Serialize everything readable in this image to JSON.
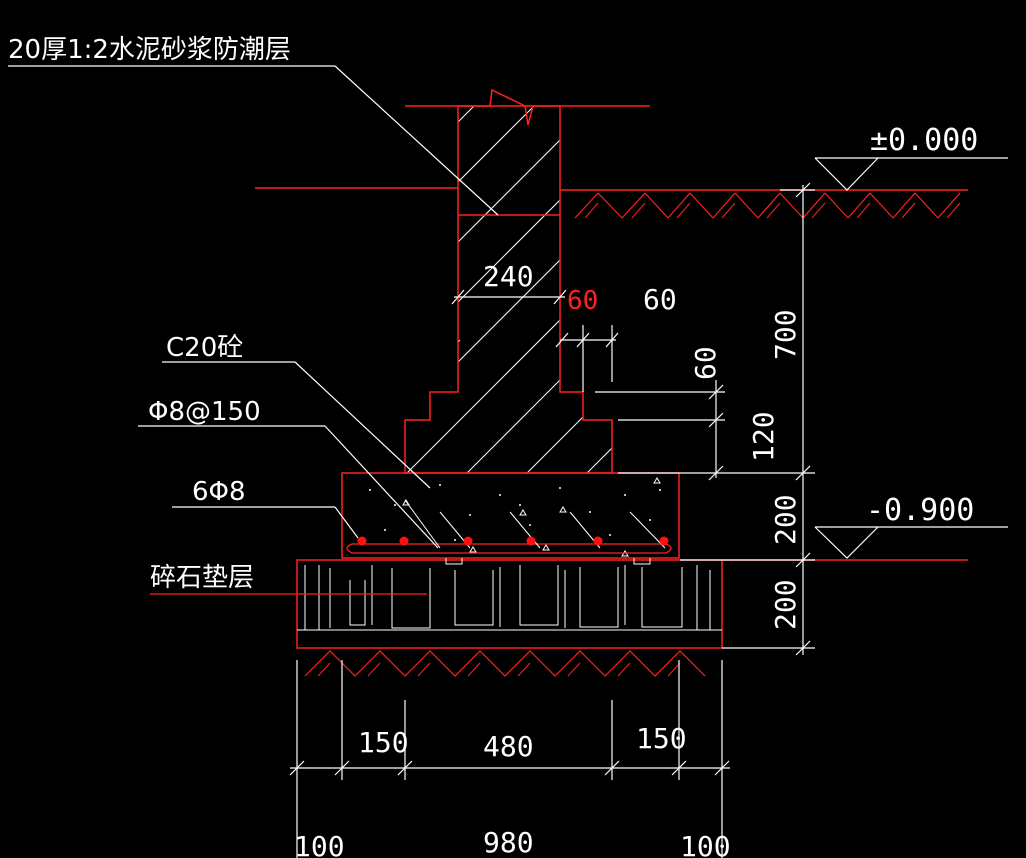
{
  "colors": {
    "background": "#000000",
    "structure": "#ff2020",
    "lines": "#ffffff",
    "rebar": "#ff1010"
  },
  "labels": {
    "damp_proof": "20厚1:2水泥砂浆防潮层",
    "concrete": "C20砼",
    "stirrup": "Φ8@150",
    "main_bars": "6Φ8",
    "gravel": "碎石垫层"
  },
  "elevations": {
    "ground": "±0.000",
    "base": "-0.900"
  },
  "dimensions": {
    "wall_width": "240",
    "step_red": "60",
    "step_width": "60",
    "step_height": "60",
    "step_120": "120",
    "depth_700": "700",
    "footing_200": "200",
    "gravel_200": "200",
    "left_150": "150",
    "middle_480": "480",
    "right_150": "150",
    "left_100": "100",
    "total_980": "980",
    "right_100": "100"
  }
}
